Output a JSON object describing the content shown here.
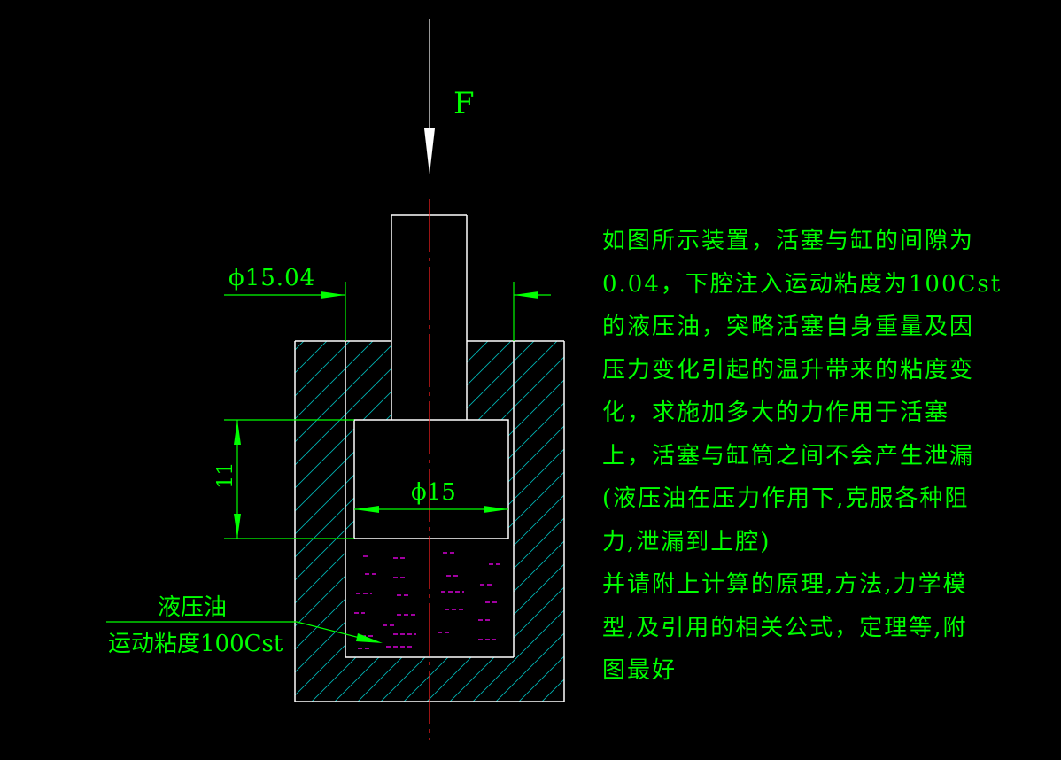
{
  "colors": {
    "background": "#000000",
    "outline": "#ffffff",
    "dimension": "#00ff00",
    "centerline": "#ff2020",
    "hatch": "#00b4b4",
    "oil": "#ff00ff"
  },
  "labels": {
    "force": "F",
    "outer_diameter": "ϕ15.04",
    "piston_diameter": "ϕ15",
    "piston_height": "11",
    "oil_name": "液压油",
    "oil_viscosity": "运动粘度100Cst"
  },
  "problem": {
    "lines": [
      "如图所示装置，活塞与缸的间隙为",
      "0.04，下腔注入运动粘度为100Cst",
      "的液压油，突略活塞自身重量及因",
      "压力变化引起的温升带来的粘度变",
      "化，求施加多大的力作用于活塞",
      "上，活塞与缸筒之间不会产生泄漏",
      "(液压油在压力作用下,克服各种阻",
      "力,泄漏到上腔)",
      "并请附上计算的原理,方法,力学模",
      "型,及引用的相关公式，定理等,附",
      "图最好"
    ]
  }
}
